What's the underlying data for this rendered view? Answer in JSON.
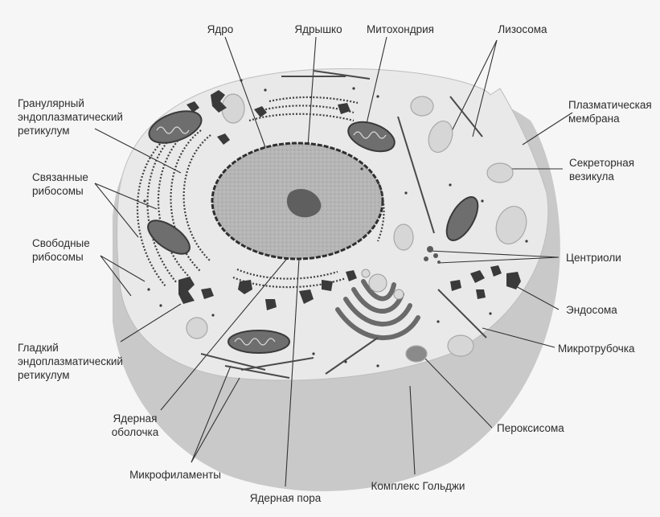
{
  "labels": {
    "nucleus": "Ядро",
    "nucleolus": "Ядрышко",
    "mitochondria": "Митохондрия",
    "lysosome": "Лизосома",
    "plasma_membrane": [
      "Плазматическая",
      "мембрана"
    ],
    "granular_er": [
      "Гранулярный",
      "эндоплазматический",
      "ретикулум"
    ],
    "secretory_vesicle": [
      "Секреторная",
      "везикула"
    ],
    "bound_ribosomes": [
      "Связанные",
      "рибосомы"
    ],
    "free_ribosomes": [
      "Свободные",
      "рибосомы"
    ],
    "centrioles": "Центриоли",
    "endosome": "Эндосома",
    "smooth_er": [
      "Гладкий",
      "эндоплазматический",
      "ретикулум"
    ],
    "microtubule": "Микротрубочка",
    "nuclear_envelope": [
      "Ядерная",
      "оболочка"
    ],
    "peroxisome": "Пероксисома",
    "microfilaments": "Микрофиламенты",
    "golgi": "Комплекс Гольджи",
    "nuclear_pore": "Ядерная пора"
  },
  "colors": {
    "background": "#f6f6f6",
    "cytoplasm": "#e9e9e9",
    "cell_side": "#c9c9c9",
    "nucleus": "#b4b4b4",
    "nucleolus": "#5f5f5f",
    "organelle_dark": "#3a3a3a",
    "leader_line": "#333333"
  }
}
